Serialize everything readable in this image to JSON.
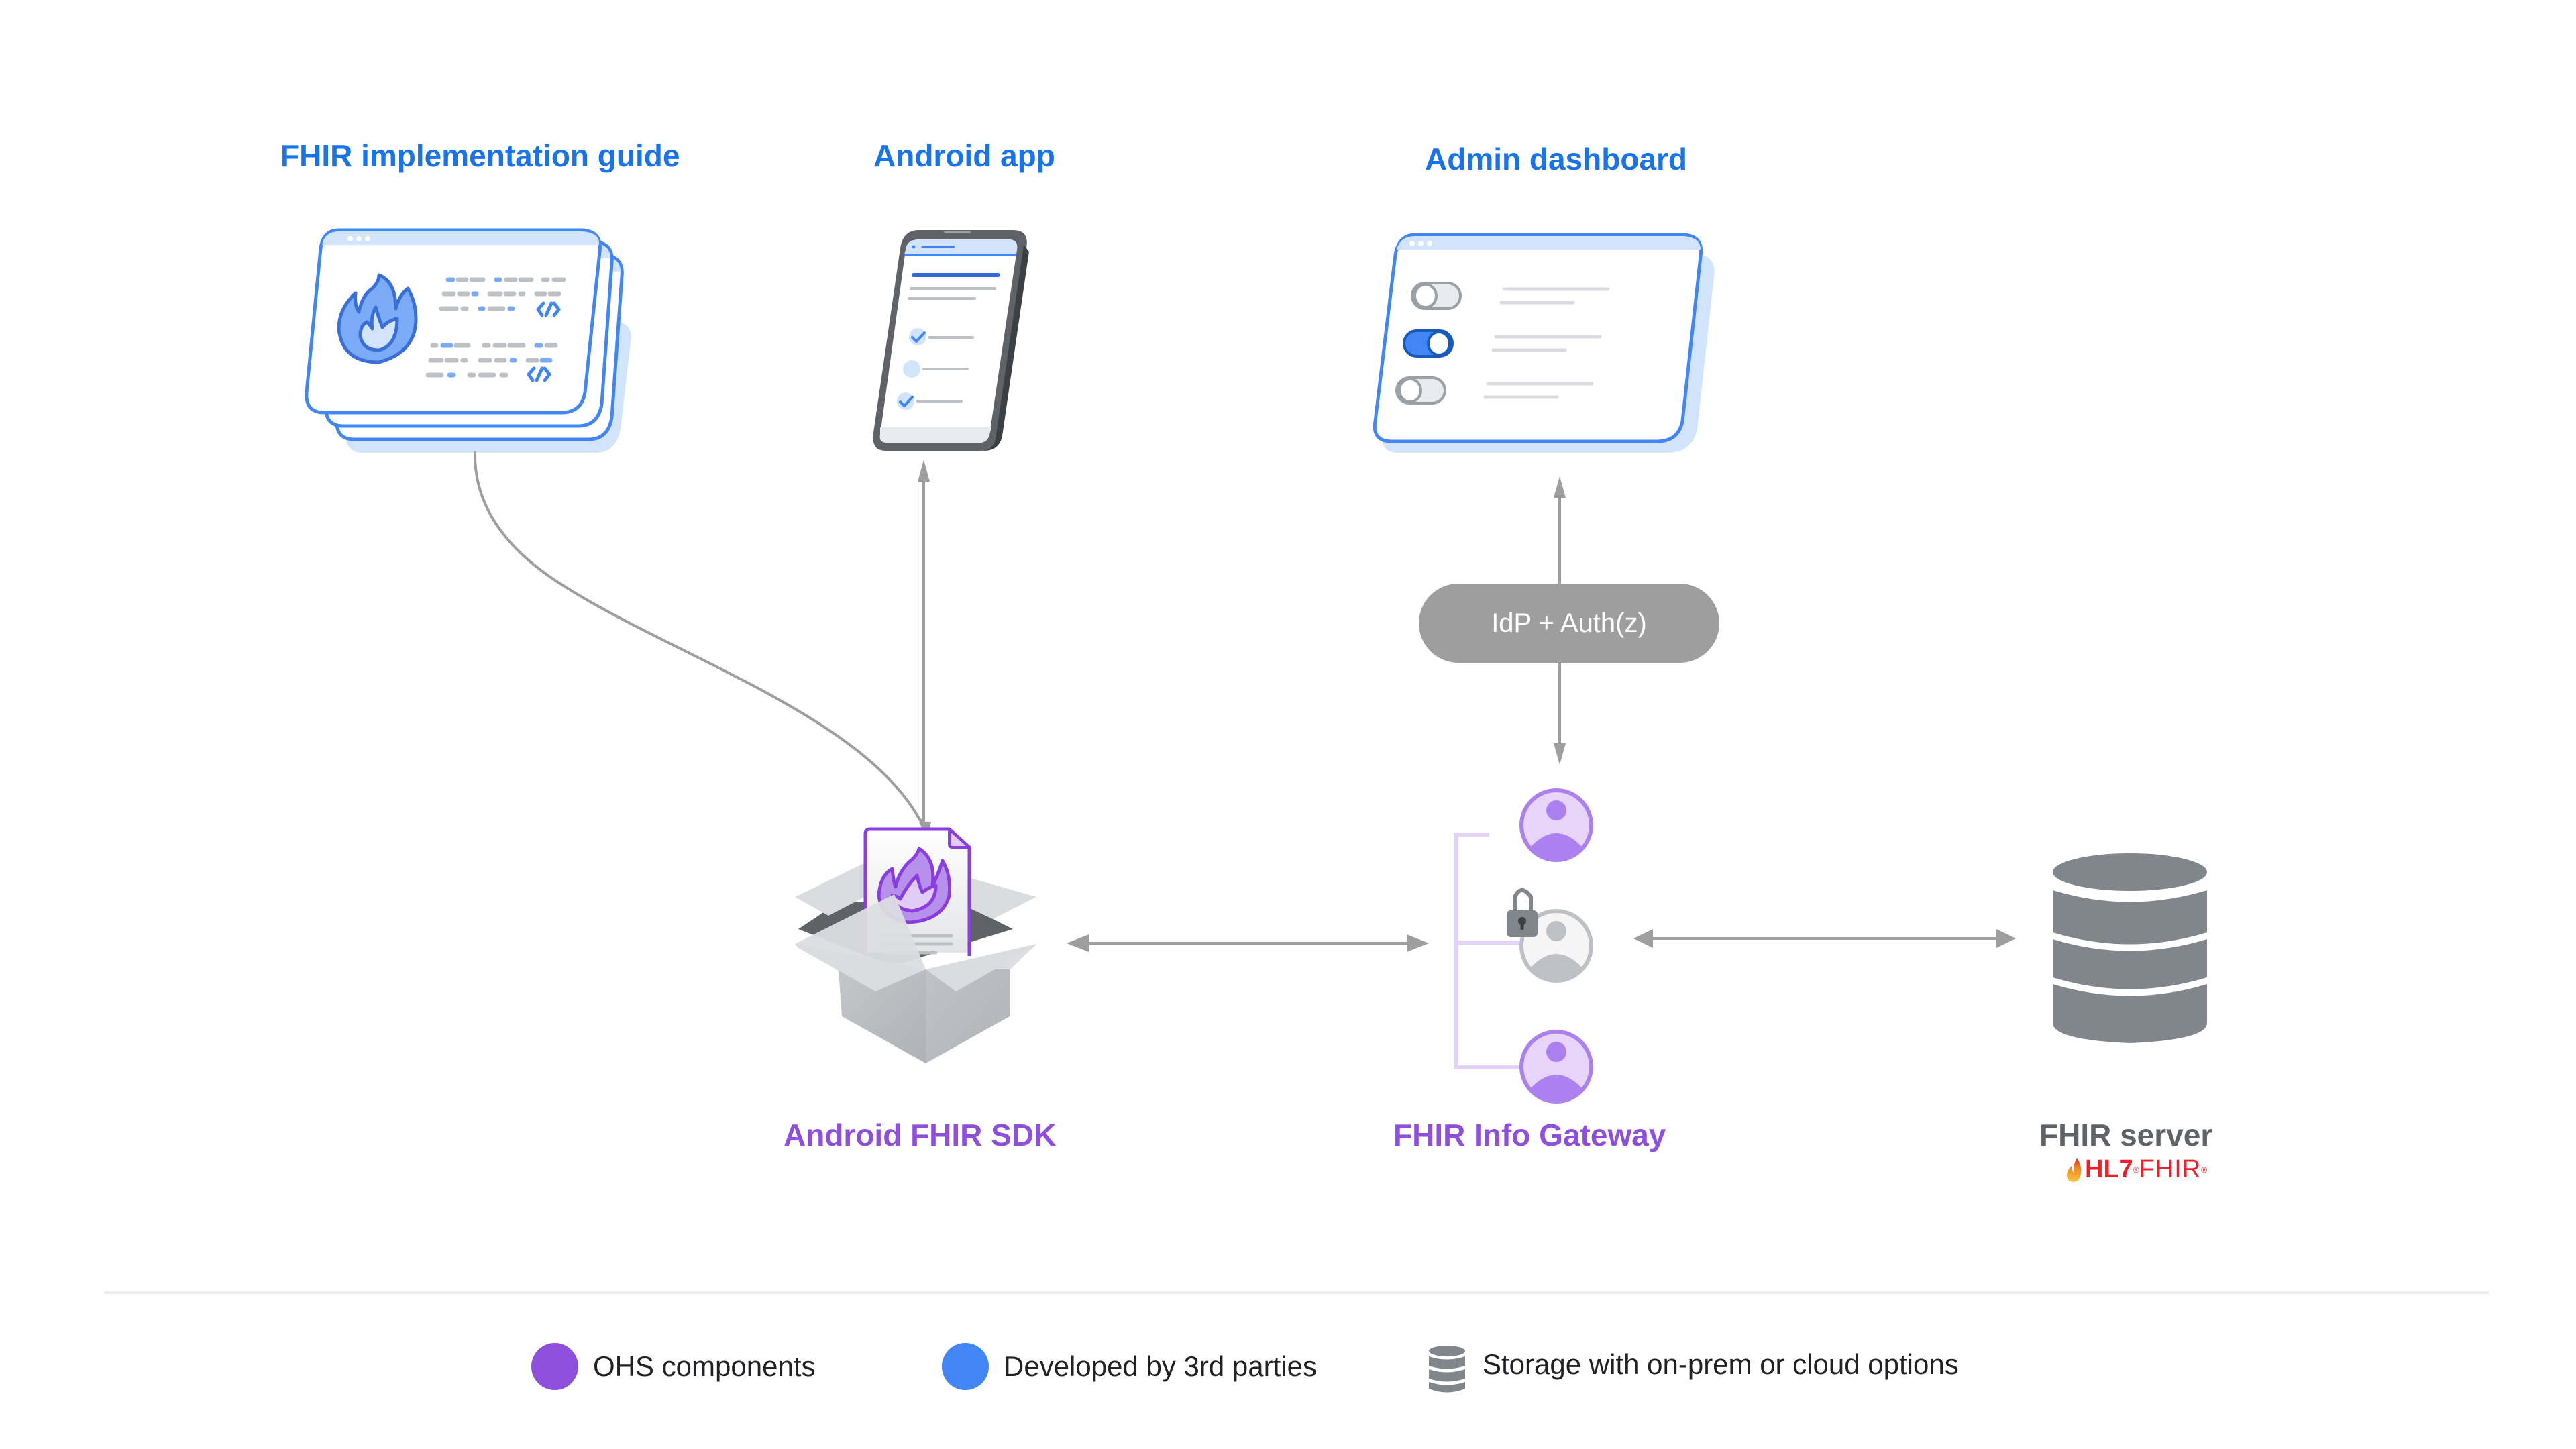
{
  "nodes": {
    "implementation_guide": {
      "label": "FHIR implementation guide",
      "category": "third_party"
    },
    "android_app": {
      "label": "Android app",
      "category": "third_party"
    },
    "admin_dashboard": {
      "label": "Admin dashboard",
      "category": "third_party"
    },
    "android_fhir_sdk": {
      "label": "Android FHIR SDK",
      "category": "ohs"
    },
    "info_gateway": {
      "label": "FHIR Info Gateway",
      "category": "ohs"
    },
    "fhir_server": {
      "label": "FHIR server",
      "category": "storage",
      "logo": {
        "bold": "HL7",
        "regular": "FHIR",
        "registered": "®"
      }
    },
    "idp": {
      "label": "IdP + Auth(z)"
    }
  },
  "edges": [
    {
      "from": "implementation_guide",
      "to": "android_fhir_sdk",
      "direction": "forward",
      "style": "curved"
    },
    {
      "from": "android_fhir_sdk",
      "to": "android_app",
      "direction": "forward"
    },
    {
      "from": "android_fhir_sdk",
      "to": "info_gateway",
      "direction": "both"
    },
    {
      "from": "info_gateway",
      "to": "fhir_server",
      "direction": "both"
    },
    {
      "from": "idp",
      "to": "admin_dashboard",
      "direction": "forward"
    },
    {
      "from": "idp",
      "to": "info_gateway",
      "direction": "forward"
    }
  ],
  "legend": [
    {
      "label": "OHS components",
      "icon": "purple-dot",
      "color": "#8f4fdd"
    },
    {
      "label": "Developed by 3rd parties",
      "icon": "blue-dot",
      "color": "#4285f4"
    },
    {
      "label": "Storage with on-prem or cloud options",
      "icon": "database-icon",
      "color": "#80868b"
    }
  ],
  "colors": {
    "third_party_title": "#1a73e8",
    "ohs_title": "#8f4fdd",
    "storage_title": "#5f6368",
    "arrow": "#9e9e9e",
    "hl7_red": "#e8232e"
  }
}
